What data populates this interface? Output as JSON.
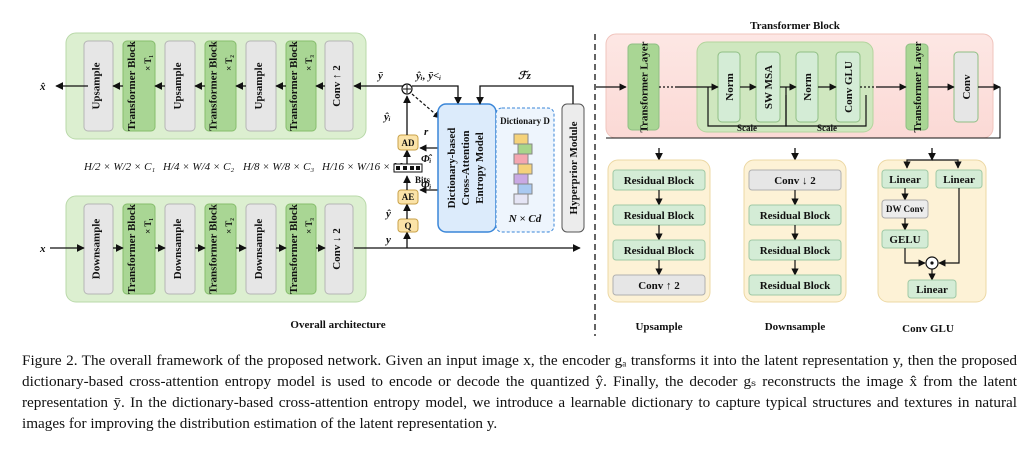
{
  "figure": {
    "encoder_blocks": [
      "Downsample",
      "Transformer Block",
      "Downsample",
      "Transformer Block",
      "Downsample",
      "Transformer Block",
      "Conv ↓ 2"
    ],
    "decoder_blocks": [
      "Upsample",
      "Transformer Block",
      "Upsample",
      "Transformer Block",
      "Upsample",
      "Transformer Block",
      "Conv ↑ 2"
    ],
    "repeat_labels": [
      "× T₁",
      "× T₂",
      "× T₃"
    ],
    "sizes": [
      "H/2 × W/2 × C₁",
      "H/4 × W/4 × C₂",
      "H/8 × W/8 × C₃",
      "H/16 × W/16 × M"
    ],
    "symbols": {
      "x_hat": "x̂",
      "x": "x",
      "y_bar": "ȳ",
      "y": "y",
      "y_hat": "ŷ",
      "y_hat_i": "ŷᵢ",
      "y_hat_i_ctx": "ŷᵢ, ȳ<ᵢ",
      "r": "r",
      "phi_i_hat": "Φ̂ᵢ",
      "phi_i": "Φᵢ",
      "F_z": "ℱz",
      "bits": "Bits"
    },
    "ops": {
      "ad": "AD",
      "ae": "AE",
      "q": "Q"
    },
    "entropy_model": [
      "Dictionary-based",
      "Cross-Attention",
      "Entropy Model"
    ],
    "dictionary_label": "Dictionary D",
    "dictionary_size": "N × Cd",
    "hyperprior": "Hyperprior Module",
    "overall_label": "Overall architecture",
    "transformer_block": {
      "title": "Transformer Block",
      "items": [
        "Transformer Layer",
        "Norm",
        "SW MSA",
        "Norm",
        "Conv GLU",
        "Transformer Layer",
        "Conv"
      ],
      "scale": "Scale"
    },
    "upsample": {
      "blocks": [
        "Residual Block",
        "Residual Block",
        "Residual Block",
        "Conv ↑ 2"
      ],
      "label": "Upsample"
    },
    "downsample": {
      "blocks": [
        "Conv ↓ 2",
        "Residual Block",
        "Residual Block",
        "Residual Block"
      ],
      "label": "Downsample"
    },
    "conv_glu": {
      "blocks": [
        "Linear",
        "Linear",
        "DW Conv",
        "GELU",
        "Linear"
      ],
      "label": "Conv GLU"
    }
  },
  "caption": "Figure 2. The overall framework of the proposed network. Given an input image x, the encoder gₐ transforms it into the latent representation y, then the proposed dictionary-based cross-attention entropy model is used to encode or decode the quantized ŷ. Finally, the decoder gₛ reconstructs the image x̂ from the latent representation ȳ. In the dictionary-based cross-attention entropy model, we introduce a learnable dictionary to capture typical structures and textures in natural images for improving the distribution estimation of the latent representation y."
}
